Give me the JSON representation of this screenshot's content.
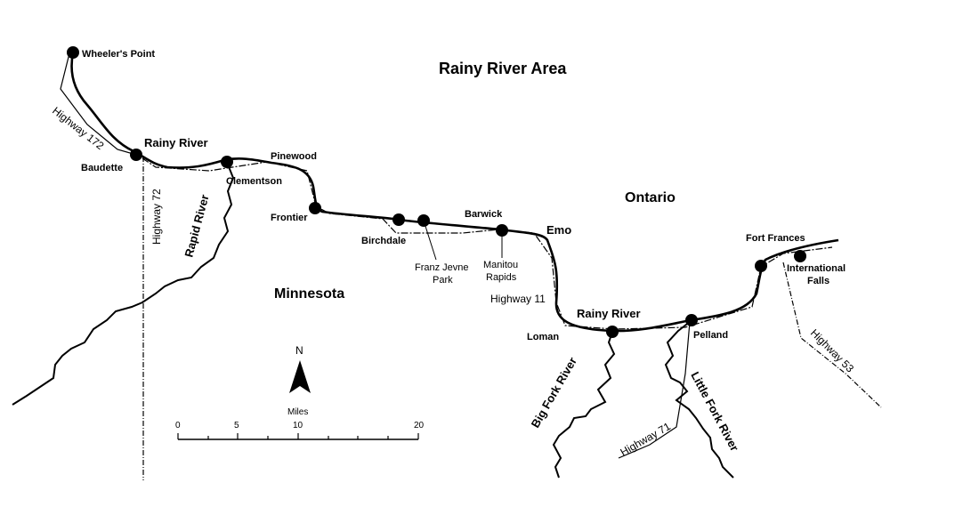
{
  "title": "Rainy River Area",
  "regions": {
    "ontario": "Ontario",
    "minnesota": "Minnesota"
  },
  "places": {
    "wheelers_point": "Wheeler's Point",
    "rainy_river_town": "Rainy River",
    "baudette": "Baudette",
    "clementson": "Clementson",
    "pinewood": "Pinewood",
    "frontier": "Frontier",
    "birchdale": "Birchdale",
    "franz_jevne_park_1": "Franz Jevne",
    "franz_jevne_park_2": "Park",
    "barwick": "Barwick",
    "manitou_rapids_1": "Manitou",
    "manitou_rapids_2": "Rapids",
    "emo": "Emo",
    "loman": "Loman",
    "rainy_river_mid": "Rainy River",
    "pelland": "Pelland",
    "fort_frances": "Fort Frances",
    "international_falls_1": "International",
    "international_falls_2": "Falls"
  },
  "highways": {
    "h172": "Highway 172",
    "h72": "Highway 72",
    "h11": "Highway 11",
    "h71": "Highway 71",
    "h53": "Highway 53"
  },
  "rivers": {
    "rapid_river": "Rapid River",
    "big_fork_river": "Big Fork River",
    "little_fork_river": "Little Fork River"
  },
  "north_arrow": "N",
  "scale_bar": {
    "unit": "Miles",
    "ticks": [
      "0",
      "5",
      "10",
      "20"
    ]
  }
}
